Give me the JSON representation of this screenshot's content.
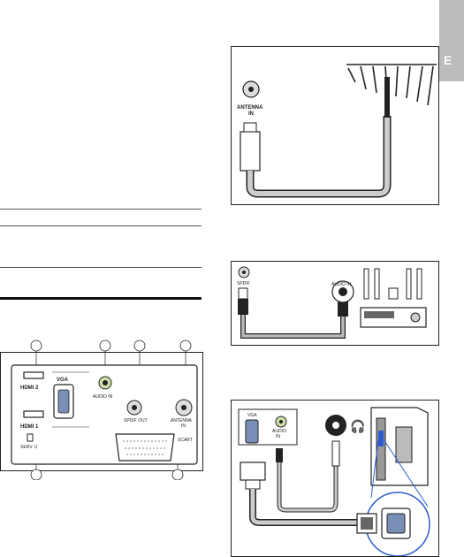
{
  "language_tab": {
    "label": "E"
  },
  "back_panel": {
    "hdmi2": "HDMI 2",
    "vga": "VGA",
    "audio_in": "AUDIO IN",
    "hdmi1": "HDMI 1",
    "service": "SERV. U",
    "spdif_out": "SPDIF OUT",
    "antenna": "ANTENNA",
    "antenna_sub": "IN",
    "scart": "SCART"
  },
  "fig_antenna": {
    "port_label": "ANTENNA",
    "port_sub": "IN"
  },
  "fig_spdif": {
    "port_label": "SPDIF",
    "receiver_port": "AUDIO IN"
  },
  "fig_pc": {
    "vga": "VGA",
    "audio": "AUDIO",
    "audio_sub": "IN"
  }
}
